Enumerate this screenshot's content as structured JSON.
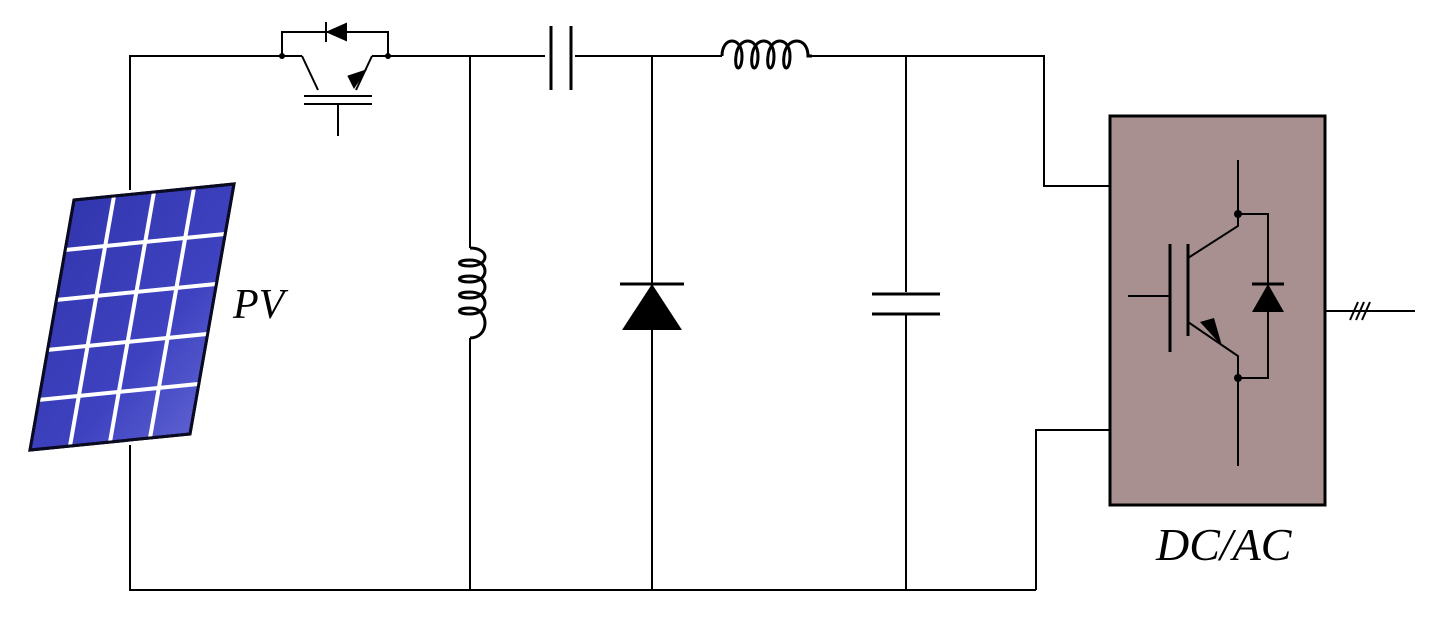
{
  "labels": {
    "pv": "PV",
    "inverter": "DC/AC"
  },
  "colors": {
    "wire": "#000000",
    "panel_cell": "#3b3fb8",
    "panel_grid": "#ffffff",
    "panel_frame": "#0a0a20",
    "inverter_fill": "#a89090",
    "inverter_border": "#000000"
  },
  "components": [
    {
      "name": "pv-panel"
    },
    {
      "name": "igbt-switch"
    },
    {
      "name": "series-capacitor"
    },
    {
      "name": "series-inductor"
    },
    {
      "name": "shunt-inductor"
    },
    {
      "name": "freewheel-diode"
    },
    {
      "name": "output-capacitor"
    },
    {
      "name": "dc-ac-inverter"
    }
  ]
}
